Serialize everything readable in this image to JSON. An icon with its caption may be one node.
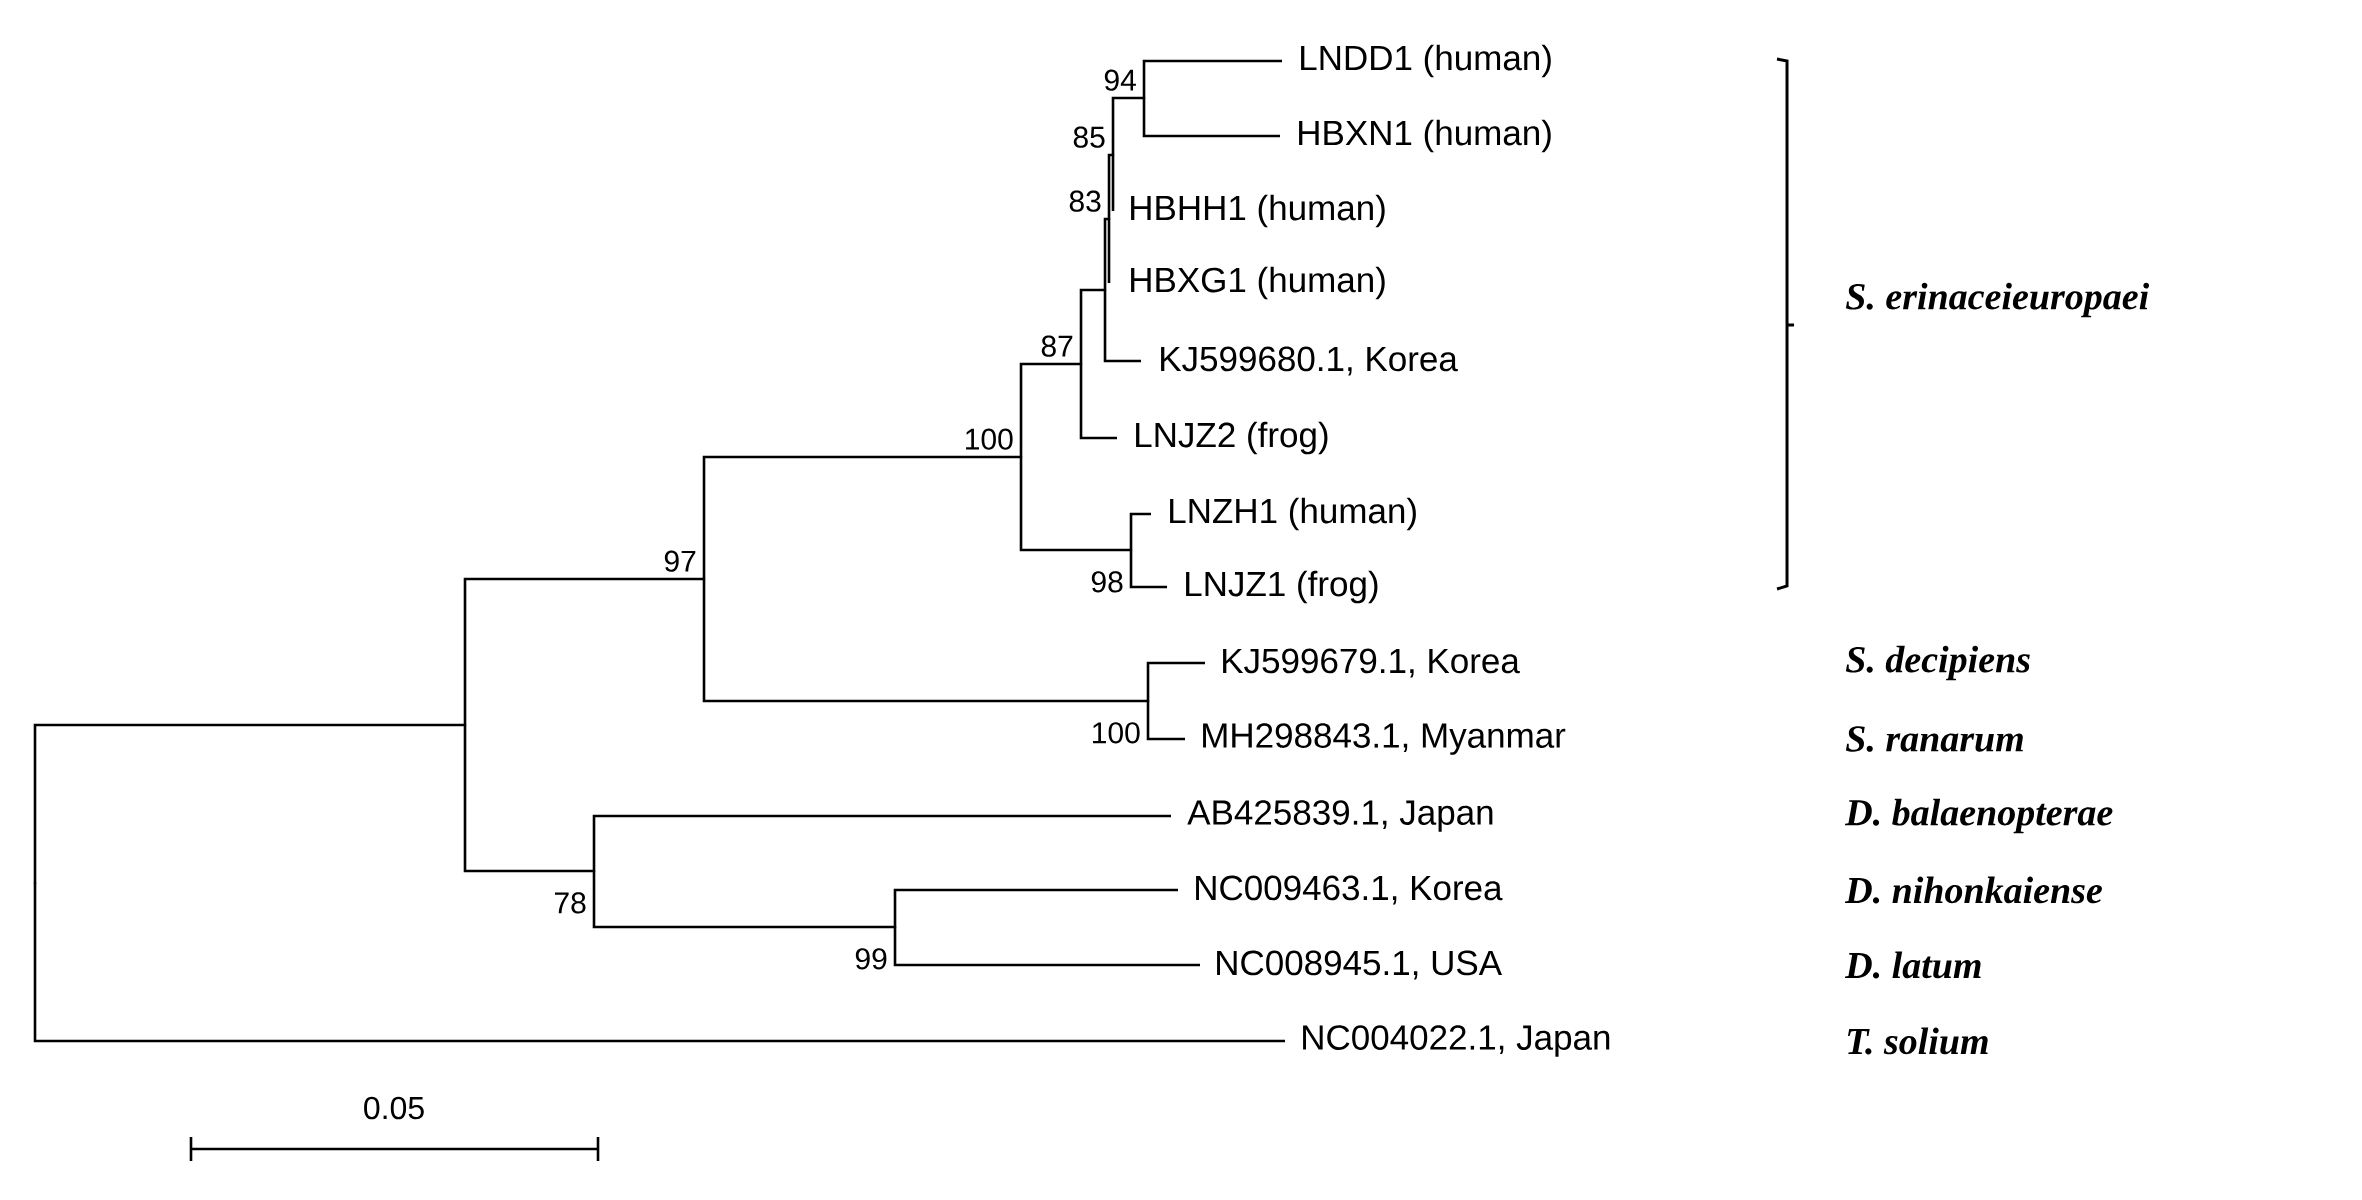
{
  "diagram": {
    "nodes": [
      {
        "text": [
          "LNDD1 (human)"
        ]
      },
      {
        "text": [
          "HBXN1 (human)"
        ]
      },
      {
        "text": [
          "HBHH1 (human)"
        ]
      },
      {
        "text": [
          "HBXG1 (human)"
        ]
      },
      {
        "text": [
          "KJ599680.1, Korea"
        ]
      },
      {
        "text": [
          "LNJZ2 (frog)"
        ]
      },
      {
        "text": [
          "LNZH1 (human)"
        ]
      },
      {
        "text": [
          "LNJZ1 (frog)"
        ]
      },
      {
        "text": [
          "KJ599679.1, Korea"
        ]
      },
      {
        "text": [
          "MH298843.1, Myanmar"
        ]
      },
      {
        "text": [
          "AB425839.1, Japan"
        ]
      },
      {
        "text": [
          "NC009463.1, Korea"
        ]
      },
      {
        "text": [
          "NC008945.1, USA"
        ]
      },
      {
        "text": [
          "NC004022.1, Japan"
        ]
      },
      {
        "text": [],
        "shape": "point",
        "beside": [
          "94"
        ]
      },
      {
        "text": [],
        "shape": "point",
        "beside": [
          "85"
        ]
      },
      {
        "text": [],
        "shape": "point",
        "beside": [
          "83"
        ]
      },
      {
        "text": [],
        "shape": "point"
      },
      {
        "text": [],
        "shape": "point",
        "beside": [
          "87"
        ]
      },
      {
        "text": [],
        "shape": "point",
        "beside": [
          "98"
        ]
      },
      {
        "text": [],
        "shape": "point",
        "beside": [
          "100"
        ]
      },
      {
        "text": [],
        "shape": "point",
        "beside": [
          "100"
        ]
      },
      {
        "text": [],
        "shape": "point",
        "beside": [
          "97"
        ]
      },
      {
        "text": [],
        "shape": "point",
        "beside": [
          "99"
        ]
      },
      {
        "text": [],
        "shape": "point",
        "beside": [
          "78"
        ]
      },
      {
        "text": [],
        "shape": "point"
      },
      {
        "text": [],
        "shape": "point"
      }
    ],
    "edges": [
      {
        "from": 14,
        "to": 0,
        "arrow": "none"
      },
      {
        "from": 14,
        "to": 1,
        "arrow": "none"
      },
      {
        "from": 15,
        "to": 14,
        "arrow": "none"
      },
      {
        "from": 15,
        "to": 2,
        "arrow": "none"
      },
      {
        "from": 16,
        "to": 15,
        "arrow": "none"
      },
      {
        "from": 16,
        "to": 3,
        "arrow": "none"
      },
      {
        "from": 17,
        "to": 16,
        "arrow": "none"
      },
      {
        "from": 17,
        "to": 4,
        "arrow": "none"
      },
      {
        "from": 18,
        "to": 17,
        "arrow": "none"
      },
      {
        "from": 18,
        "to": 5,
        "arrow": "none"
      },
      {
        "from": 19,
        "to": 6,
        "arrow": "none"
      },
      {
        "from": 19,
        "to": 7,
        "arrow": "none"
      },
      {
        "from": 20,
        "to": 18,
        "arrow": "none"
      },
      {
        "from": 20,
        "to": 19,
        "arrow": "none"
      },
      {
        "from": 21,
        "to": 8,
        "arrow": "none"
      },
      {
        "from": 21,
        "to": 9,
        "arrow": "none"
      },
      {
        "from": 22,
        "to": 20,
        "arrow": "none"
      },
      {
        "from": 22,
        "to": 21,
        "arrow": "none"
      },
      {
        "from": 23,
        "to": 11,
        "arrow": "none"
      },
      {
        "from": 23,
        "to": 12,
        "arrow": "none"
      },
      {
        "from": 24,
        "to": 10,
        "arrow": "none"
      },
      {
        "from": 24,
        "to": 23,
        "arrow": "none"
      },
      {
        "from": 25,
        "to": 22,
        "arrow": "none"
      },
      {
        "from": 25,
        "to": 24,
        "arrow": "none"
      },
      {
        "from": 26,
        "to": 25,
        "arrow": "none"
      },
      {
        "from": 26,
        "to": 13,
        "arrow": "none"
      }
    ],
    "labels": [
      "S. erinaceieuropaei",
      "S. decipiens",
      "S. ranarum",
      "D. balaenopterae",
      "D. nihonkaiense",
      "D. latum",
      "T. solium",
      "0.05"
    ]
  }
}
